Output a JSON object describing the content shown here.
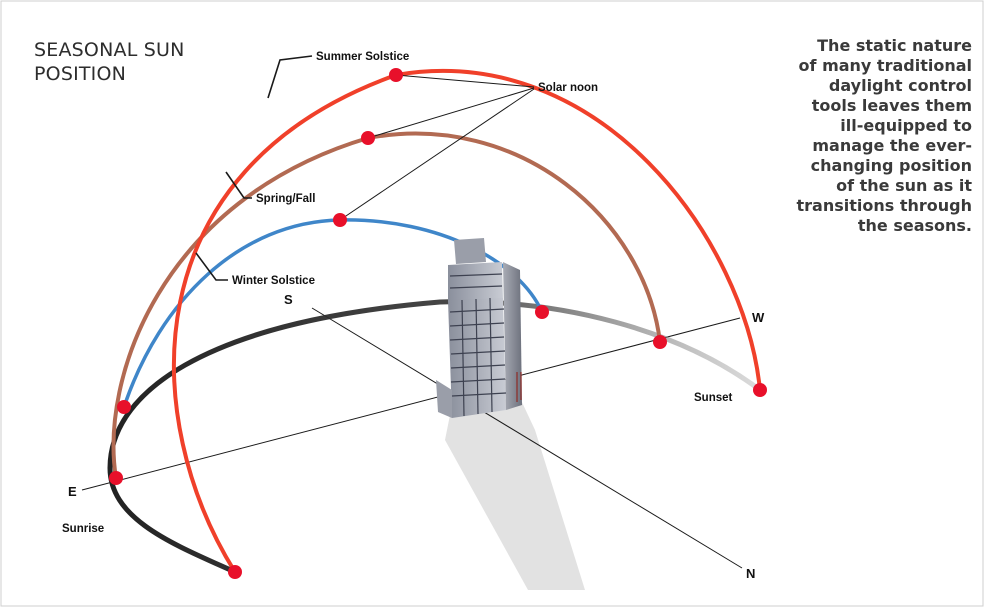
{
  "title": {
    "lines": [
      "SEASONAL SUN",
      "POSITION"
    ]
  },
  "side_text": {
    "lines": [
      "The static nature",
      "of many traditional",
      "daylight control",
      "tools leaves them",
      "ill-equipped to",
      "manage the ever-",
      "changing position",
      "of the sun as it",
      "transitions through",
      "the seasons."
    ]
  },
  "labels": {
    "summer_solstice": "Summer Solstice",
    "spring_fall": "Spring/Fall",
    "winter_solstice": "Winter Solstice",
    "solar_noon": "Solar noon",
    "south": "S",
    "west": "W",
    "east": "E",
    "north": "N",
    "sunrise": "Sunrise",
    "sunset": "Sunset"
  },
  "colors": {
    "summer_path": "#f0402a",
    "spring_fall_path": "#b26a52",
    "winter_path": "#3f86c9",
    "ground_path": "#222222",
    "sun_marker": "#e8102a",
    "axis": "#1a1a1a",
    "building_shadow": "#dedede"
  }
}
